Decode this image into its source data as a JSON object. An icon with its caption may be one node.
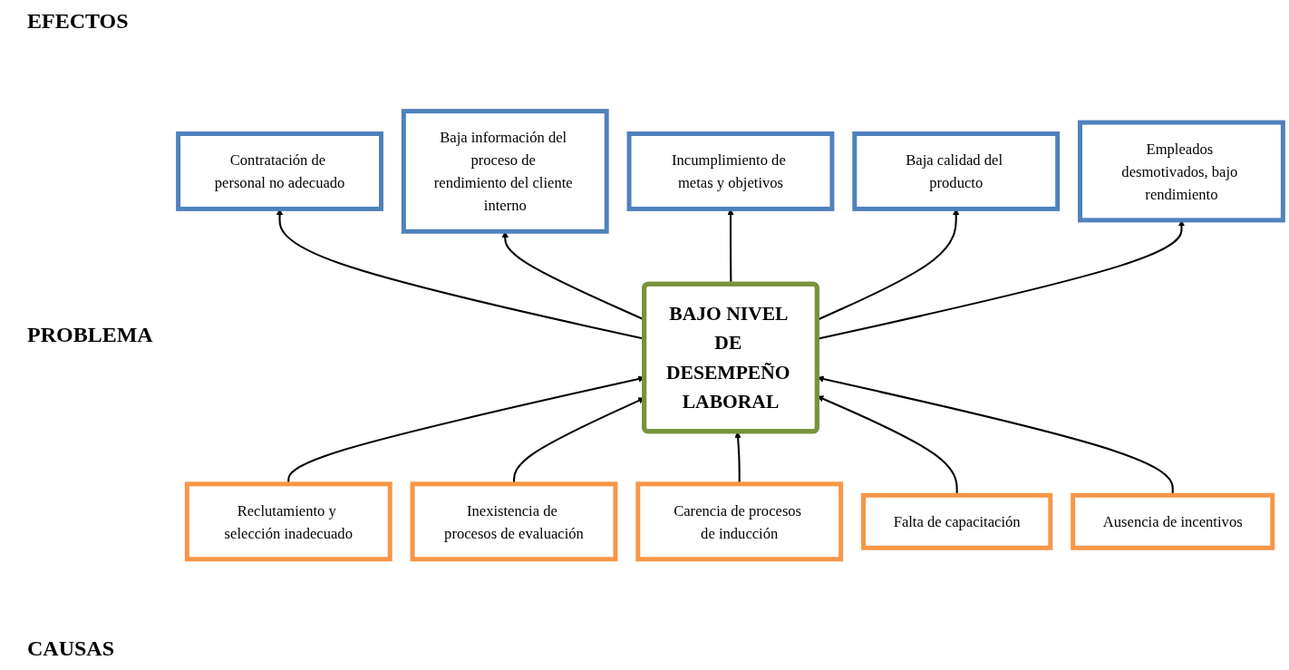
{
  "diagram": {
    "nodes": [
      {
        "text": [
          "Contratación de personal no adecuado"
        ]
      },
      {
        "text": [
          "Baja información del proceso de rendimiento del cliente interno"
        ]
      },
      {
        "text": [
          "Incumplimiento de metas y objetivos"
        ]
      },
      {
        "text": [
          "Baja calidad del producto"
        ]
      },
      {
        "text": [
          "Empleados desmotivados, bajo rendimiento"
        ]
      },
      {
        "text": [
          "BAJO NIVEL DE DESEMPEÑO LABORAL"
        ]
      },
      {
        "text": [
          "Reclutamiento y selección inadecuado"
        ]
      },
      {
        "text": [
          "Inexistencia de procesos de evaluación"
        ]
      },
      {
        "text": [
          "Carencia de procesos de inducción"
        ]
      },
      {
        "text": [
          "Falta de capacitación"
        ]
      },
      {
        "text": [
          "Ausencia de incentivos"
        ]
      }
    ],
    "edges": [
      {
        "from": 5,
        "to": 0,
        "arrow": "to"
      },
      {
        "from": 5,
        "to": 1,
        "arrow": "to"
      },
      {
        "from": 5,
        "to": 2,
        "arrow": "to"
      },
      {
        "from": 5,
        "to": 3,
        "arrow": "to"
      },
      {
        "from": 5,
        "to": 4,
        "arrow": "to"
      },
      {
        "from": 6,
        "to": 5,
        "arrow": "to"
      },
      {
        "from": 7,
        "to": 5,
        "arrow": "to"
      },
      {
        "from": 8,
        "to": 5,
        "arrow": "to"
      },
      {
        "from": 9,
        "to": 5,
        "arrow": "to"
      },
      {
        "from": 10,
        "to": 5,
        "arrow": "to"
      }
    ],
    "labels": [
      "EFECTOS",
      "PROBLEMA",
      "CAUSAS"
    ]
  }
}
